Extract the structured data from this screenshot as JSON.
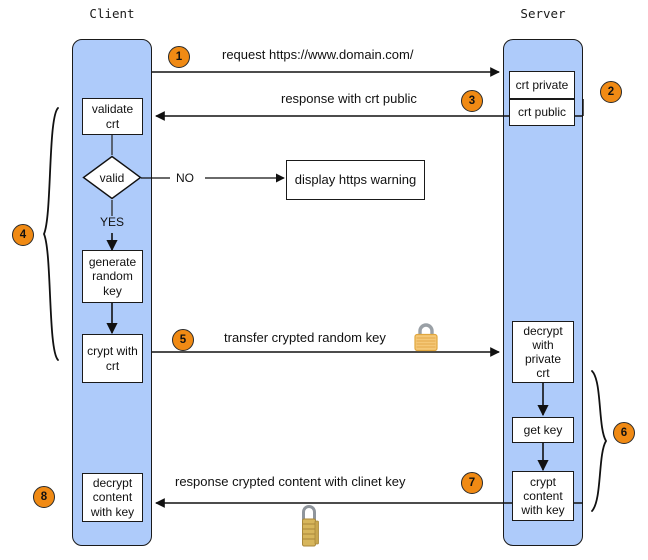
{
  "diagram": {
    "title_client": "Client",
    "title_server": "Server",
    "accent_badge": "#f08a14",
    "lane_fill": "#aecbfa",
    "stroke": "#1a1a1a"
  },
  "lanes": [
    {
      "name": "client",
      "label": "Client"
    },
    {
      "name": "server",
      "label": "Server"
    }
  ],
  "messages": [
    {
      "id": "1",
      "label": "request https://www.domain.com/",
      "direction": "client-to-server"
    },
    {
      "id": "3",
      "label": "response with crt public",
      "direction": "server-to-client"
    },
    {
      "id": "5",
      "label": "transfer crypted random key",
      "direction": "client-to-server"
    },
    {
      "id": "7",
      "label": "response crypted content with clinet key",
      "direction": "server-to-client"
    }
  ],
  "client_nodes": [
    {
      "name": "validate-crt",
      "lines": [
        "validate",
        "crt"
      ]
    },
    {
      "name": "generate-random-key",
      "lines": [
        "generate",
        "random",
        "key"
      ]
    },
    {
      "name": "crypt-with-crt",
      "lines": [
        "crypt with",
        "crt"
      ]
    },
    {
      "name": "decrypt-content-with-key",
      "lines": [
        "decrypt",
        "content",
        "with key"
      ]
    }
  ],
  "client_decision": {
    "name": "valid-decision",
    "label": "valid",
    "yes_label": "YES",
    "no_label": "NO"
  },
  "warning_node": {
    "name": "display-https-warning",
    "label": "display https warning"
  },
  "server_store": [
    {
      "name": "crt-private",
      "label": "crt private"
    },
    {
      "name": "crt-public",
      "label": "crt public"
    }
  ],
  "server_nodes": [
    {
      "name": "decrypt-with-private-crt",
      "lines": [
        "decrypt",
        "with",
        "private",
        "crt"
      ]
    },
    {
      "name": "get-key",
      "lines": [
        "get key"
      ]
    },
    {
      "name": "crypt-content-with-key",
      "lines": [
        "crypt",
        "content",
        "with key"
      ]
    }
  ],
  "badges": [
    {
      "id": "1",
      "value": "1"
    },
    {
      "id": "2",
      "value": "2"
    },
    {
      "id": "3",
      "value": "3"
    },
    {
      "id": "4",
      "value": "4"
    },
    {
      "id": "5",
      "value": "5"
    },
    {
      "id": "6",
      "value": "6"
    },
    {
      "id": "7",
      "value": "7"
    },
    {
      "id": "8",
      "value": "8"
    }
  ],
  "icons": [
    {
      "name": "padlock-closed-icon",
      "position": "transfer-message"
    },
    {
      "name": "combination-padlock-icon",
      "position": "response-message"
    }
  ]
}
